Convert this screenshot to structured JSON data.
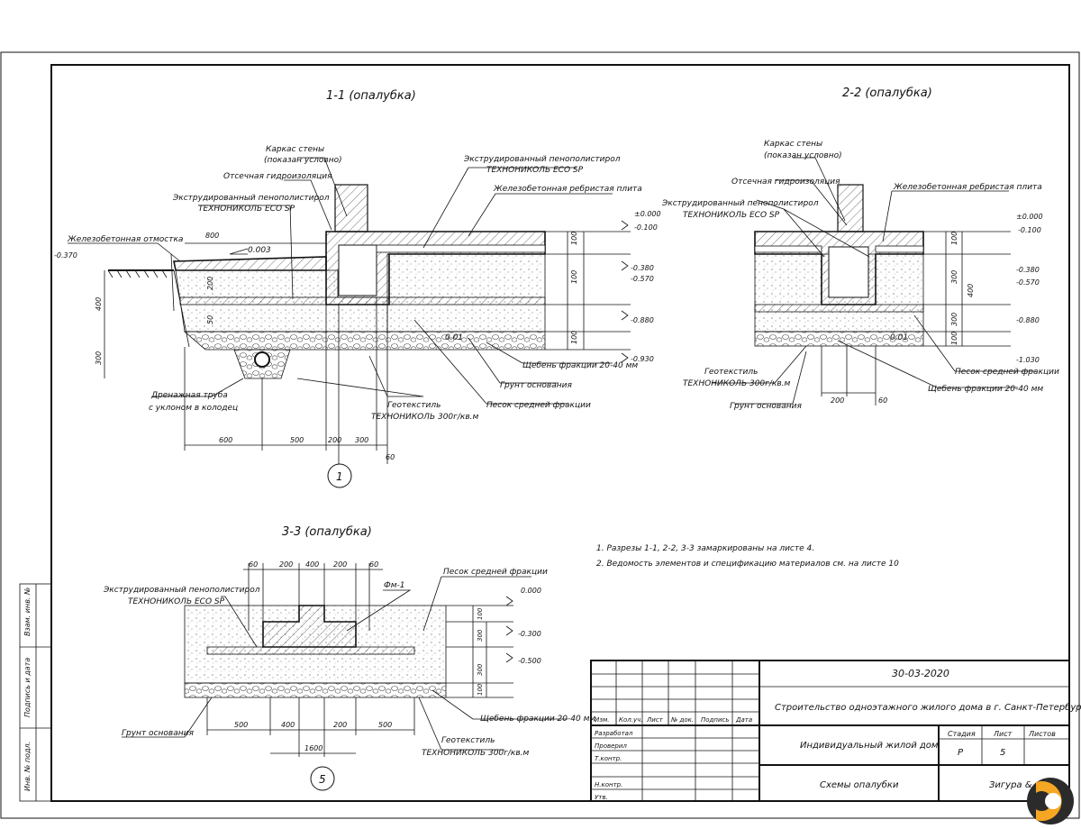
{
  "sheet": {
    "note_1": "1. Разрезы 1-1, 2-2, 3-3 замаркированы на листе 4.",
    "note_2": "2. Ведомость элементов и спецификацию материалов см. на листе 10",
    "side_labels": [
      "Взам. инв. №",
      "Подпись и дата",
      "Инв. № подл."
    ]
  },
  "sec11": {
    "title": "1-1 (опалубка)",
    "marker": "1",
    "labels": {
      "frame": "Каркас стены",
      "frame2": "(показан условно)",
      "xps_top": "Экструдированный пенополистирол",
      "xps_top2": "ТЕХНОНИКОЛЬ ECO SP",
      "cut_hydro": "Отсечная гидроизоляция",
      "slab": "Железобетонная ребристая плита",
      "xps_left": "Экструдированный пенополистирол",
      "xps_left2": "ТЕХНОНИКОЛЬ ECO SP",
      "sidewalk": "Железобетонная отмостка",
      "drain": "Дренажная труба",
      "drain2": "с уклоном в колодец",
      "geotex": "Геотекстиль",
      "geotex2": "ТЕХНОНИКОЛЬ 300г/кв.м",
      "gravel": "Щебень фракции 20-40 мм",
      "soil": "Грунт основания",
      "sand": "Песок средней фракции",
      "slope": "0.003",
      "slope2": "0.01"
    },
    "levels": [
      "±0.000",
      "-0.100",
      "-0.380",
      "-0.570",
      "-0.880",
      "-0.930",
      "-0.370"
    ],
    "dims_bottom": [
      "600",
      "500",
      "200",
      "300",
      "60"
    ],
    "dims_vert": [
      "400",
      "100",
      "300",
      "100",
      "100"
    ],
    "dims_small": [
      "800",
      "200",
      "50",
      "300"
    ]
  },
  "sec22": {
    "title": "2-2 (опалубка)",
    "labels": {
      "frame": "Каркас стены",
      "frame2": "(показан условно)",
      "cut_hydro": "Отсечная гидроизоляция",
      "xps": "Экструдированный пенополистирол",
      "xps2": "ТЕХНОНИКОЛЬ ECO SP",
      "slab": "Железобетонная ребристая плита",
      "geotex": "Геотекстиль",
      "geotex2": "ТЕХНОНИКОЛЬ 300г/кв.м",
      "soil": "Грунт основания",
      "sand": "Песок средней фракции",
      "gravel": "Щебень фракции 20-40 мм",
      "slope": "0.01"
    },
    "levels": [
      "±0.000",
      "-0.100",
      "-0.380",
      "-0.570",
      "-0.880",
      "-1.030"
    ],
    "dims_bottom": [
      "200",
      "60"
    ],
    "dims_vert": [
      "100",
      "300",
      "400",
      "300",
      "100"
    ]
  },
  "sec33": {
    "title": "3-3 (опалубка)",
    "marker": "5",
    "labels": {
      "xps": "Экструдированный пенополистирол",
      "xps2": "ТЕХНОНИКОЛЬ ECO SP",
      "fm": "Фм-1",
      "sand": "Песок средней фракции",
      "gravel": "Щебень фракции 20-40 мм",
      "soil": "Грунт основания",
      "geotex": "Геотекстиль",
      "geotex2": "ТЕХНОНИКОЛЬ 300г/кв.м"
    },
    "levels": [
      "0.000",
      "-0.300",
      "-0.500"
    ],
    "dims_top": [
      "60",
      "200",
      "400",
      "200",
      "60"
    ],
    "dims_bottom": [
      "500",
      "400",
      "200",
      "500"
    ],
    "dims_total": "1600",
    "dims_vert": [
      "100",
      "300",
      "300",
      "100"
    ]
  },
  "title_block": {
    "date": "30-03-2020",
    "project": "Строительство одноэтажного жилого дома в г. Санкт-Петербурге.",
    "object": "Индивидуальный жилой дом",
    "sheet_name": "Схемы опалубки",
    "org": "Зигура & Со",
    "stage_h": "Стадия",
    "sheet_h": "Лист",
    "sheets_h": "Листов",
    "stage": "Р",
    "sheet": "5",
    "cols": [
      "Изм.",
      "Кол.уч.",
      "Лист",
      "№ док.",
      "Подпись",
      "Дата"
    ],
    "rows": [
      "Разработал",
      "Проверил",
      "Т.контр.",
      "",
      "Н.контр.",
      "Утв."
    ]
  },
  "colors": {
    "line": "#111111",
    "hatch": "#333333",
    "logo_orange": "#f5a623",
    "logo_dark": "#2b2b2b"
  }
}
